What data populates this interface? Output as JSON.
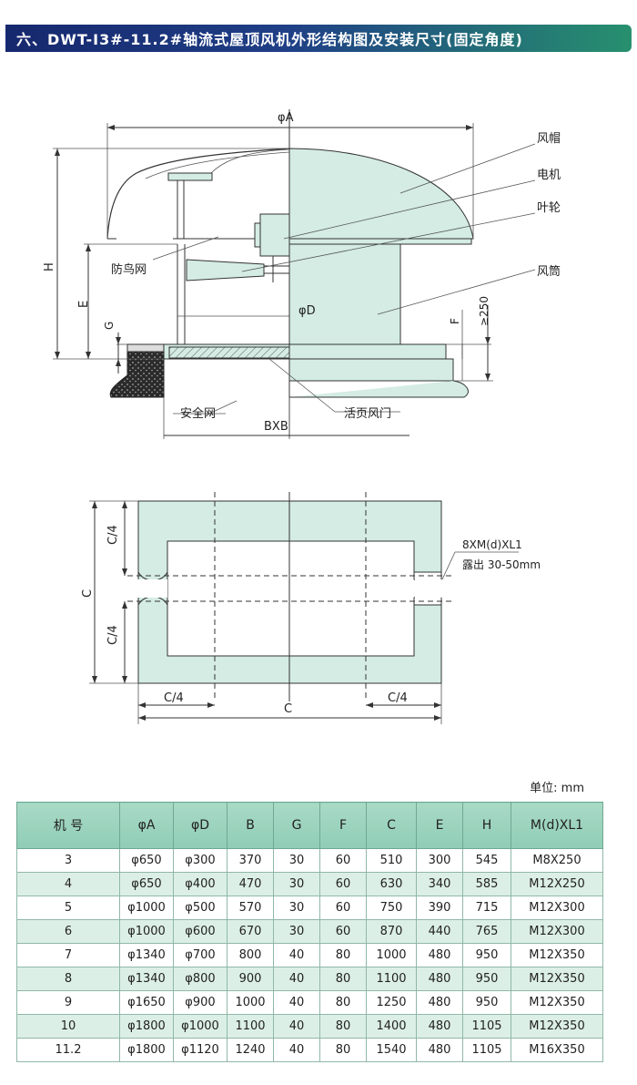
{
  "title": "六、DWT-Ⅰ3#-11.2#轴流式屋顶风机外形结构图及安装尺寸(固定角度)",
  "diagram": {
    "dim_A": "φA",
    "dim_H": "H",
    "dim_E": "E",
    "dim_G": "G",
    "dim_D": "φD",
    "dim_F": "F",
    "dim_250": "≥250",
    "dim_BXB": "BXB",
    "callout_hood": "风帽",
    "callout_motor": "电机",
    "callout_impeller": "叶轮",
    "callout_bird_net": "防鸟网",
    "callout_duct": "风筒",
    "callout_safety_net": "安全网",
    "callout_damper": "活页风门"
  },
  "base_plan": {
    "c4_top": "C/4",
    "c_left": "C",
    "c4_lower": "C/4",
    "c4_bottom_left": "C/4",
    "c4_bottom_right": "C/4",
    "c_bottom": "C",
    "bolt_note_1": "8XM(d)XL1",
    "bolt_note_2": "露出 30-50mm"
  },
  "unit_label": "单位: mm",
  "table": {
    "headers": [
      "机 号",
      "φA",
      "φD",
      "B",
      "G",
      "F",
      "C",
      "E",
      "H",
      "M(d)XL1"
    ],
    "rows": [
      [
        "3",
        "φ650",
        "φ300",
        "370",
        "30",
        "60",
        "510",
        "300",
        "545",
        "M8X250"
      ],
      [
        "4",
        "φ650",
        "φ400",
        "470",
        "30",
        "60",
        "630",
        "340",
        "585",
        "M12X250"
      ],
      [
        "5",
        "φ1000",
        "φ500",
        "570",
        "30",
        "60",
        "750",
        "390",
        "715",
        "M12X300"
      ],
      [
        "6",
        "φ1000",
        "φ600",
        "670",
        "30",
        "60",
        "870",
        "440",
        "765",
        "M12X300"
      ],
      [
        "7",
        "φ1340",
        "φ700",
        "800",
        "40",
        "80",
        "1000",
        "480",
        "950",
        "M12X350"
      ],
      [
        "8",
        "φ1340",
        "φ800",
        "900",
        "40",
        "80",
        "1100",
        "480",
        "950",
        "M12X350"
      ],
      [
        "9",
        "φ1650",
        "φ900",
        "1000",
        "40",
        "80",
        "1250",
        "480",
        "950",
        "M12X350"
      ],
      [
        "10",
        "φ1800",
        "φ1000",
        "1100",
        "40",
        "80",
        "1400",
        "480",
        "1105",
        "M12X350"
      ],
      [
        "11.2",
        "φ1800",
        "φ1120",
        "1240",
        "40",
        "80",
        "1540",
        "480",
        "1105",
        "M16X350"
      ]
    ]
  },
  "colors": {
    "fill_light": "#d4ece4",
    "banner_left": "#16286e",
    "banner_right": "#27906e",
    "header_fill": "#a9dac6",
    "row_alt": "#dcefe6"
  }
}
